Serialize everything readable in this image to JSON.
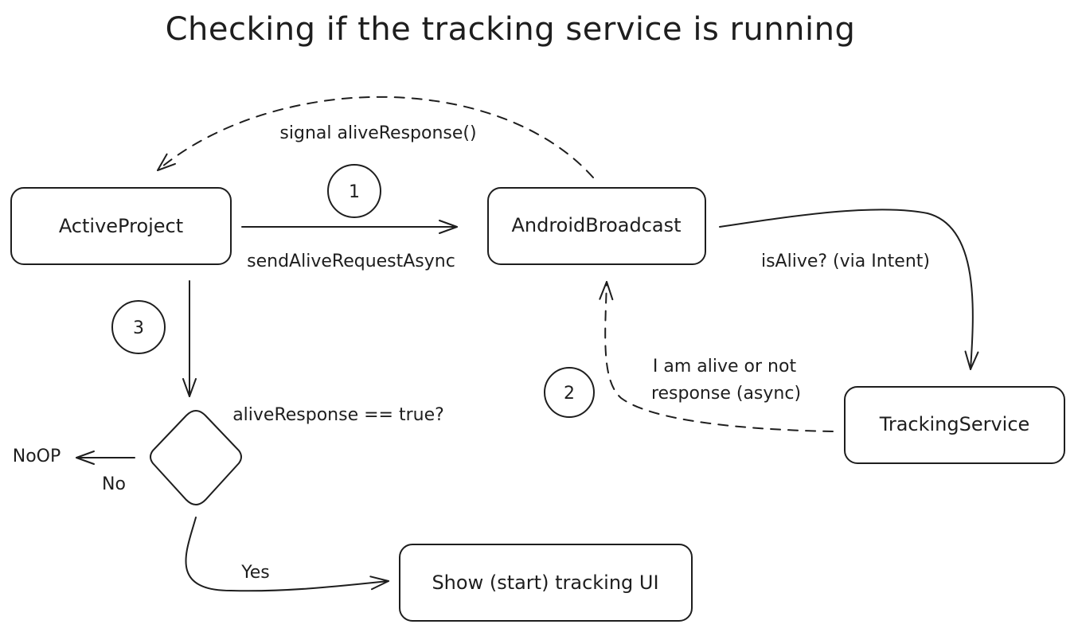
{
  "title": "Checking if the tracking service is running",
  "nodes": {
    "active_project": "ActiveProject",
    "android_broadcast": "AndroidBroadcast",
    "tracking_service": "TrackingService",
    "show_tracking_ui": "Show (start) tracking UI",
    "noop": "NoOP"
  },
  "edges": {
    "signal_alive_response": "signal aliveResponse()",
    "send_alive_request": "sendAliveRequestAsync",
    "is_alive": "isAlive? (via Intent)",
    "alive_reply_line1": "I am alive or not",
    "alive_reply_line2": "response (async)",
    "decision_question": "aliveResponse == true?",
    "no": "No",
    "yes": "Yes"
  },
  "steps": {
    "step1": "1",
    "step2": "2",
    "step3": "3"
  },
  "colors": {
    "ink": "#1e1e1e",
    "background": "#ffffff"
  }
}
